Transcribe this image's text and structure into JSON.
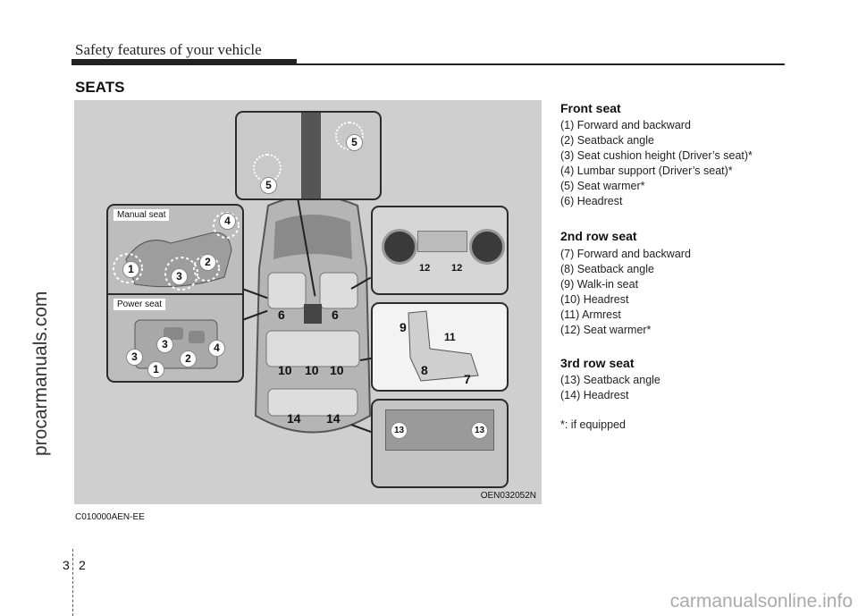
{
  "header": {
    "title": "Safety features of your vehicle"
  },
  "section": {
    "title": "SEATS"
  },
  "watermark_left": "procarmanuals.com",
  "figure": {
    "code": "OEN032052N",
    "manual_seat_label": "Manual seat",
    "power_seat_label": "Power seat",
    "numbers": {
      "n1": "1",
      "n2": "2",
      "n3": "3",
      "n4": "4",
      "n5": "5",
      "n6": "6",
      "n7": "7",
      "n8": "8",
      "n9": "9",
      "n10": "10",
      "n11": "11",
      "n12": "12",
      "n13": "13",
      "n14": "14"
    }
  },
  "doc_code": "C010000AEN-EE",
  "front_seat": {
    "title": "Front seat",
    "items": [
      "(1) Forward and backward",
      "(2) Seatback angle",
      "(3) Seat cushion height (Driver’s seat)*",
      "(4) Lumbar support (Driver’s seat)*",
      "(5) Seat warmer*",
      "(6) Headrest"
    ]
  },
  "second_row": {
    "title": "2nd row seat",
    "items": [
      "(7) Forward and backward",
      "(8) Seatback angle",
      "(9) Walk-in seat",
      "(10) Headrest",
      "(11) Armrest",
      "(12) Seat warmer*"
    ]
  },
  "third_row": {
    "title": "3rd row seat",
    "items": [
      "(13) Seatback angle",
      "(14) Headrest"
    ]
  },
  "footnote": "*: if equipped",
  "page": {
    "chapter": "3",
    "number": "2"
  },
  "footer_watermark": "carmanualsonline.info"
}
